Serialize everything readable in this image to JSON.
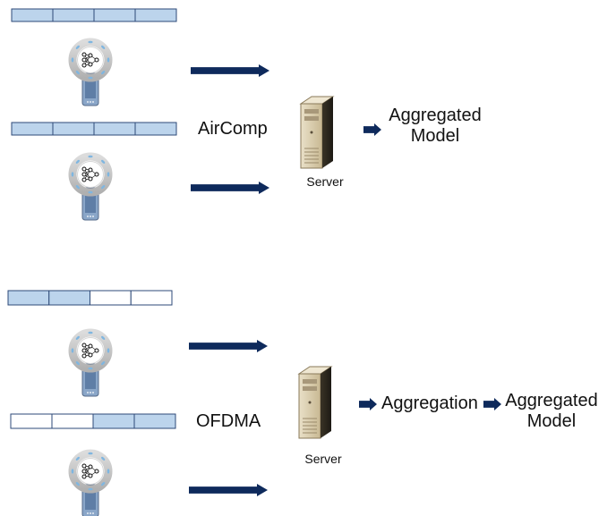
{
  "top": {
    "scheme_label": "AirComp",
    "server_label": "Server",
    "output_label": "Aggregated\nModel",
    "device_bars": [
      [
        true,
        true,
        true,
        true
      ],
      [
        true,
        true,
        true,
        true
      ]
    ]
  },
  "bottom": {
    "scheme_label": "OFDMA",
    "server_label": "Server",
    "aggregation_label": "Aggregation",
    "output_label": "Aggregated\nModel",
    "device_bars": [
      [
        true,
        true,
        false,
        false
      ],
      [
        false,
        false,
        true,
        true
      ]
    ]
  },
  "colors": {
    "bar_fill": "#bcd4ec",
    "bar_empty": "#ffffff",
    "bar_stroke": "#2e4a78",
    "arrow": "#0e2a5c",
    "ring": "#c8c8c8",
    "device_body": "#8aa6c8"
  },
  "icons": {
    "device": "smartphone-with-neural-network-icon",
    "server": "server-tower-icon",
    "arrow": "right-arrow-icon"
  }
}
